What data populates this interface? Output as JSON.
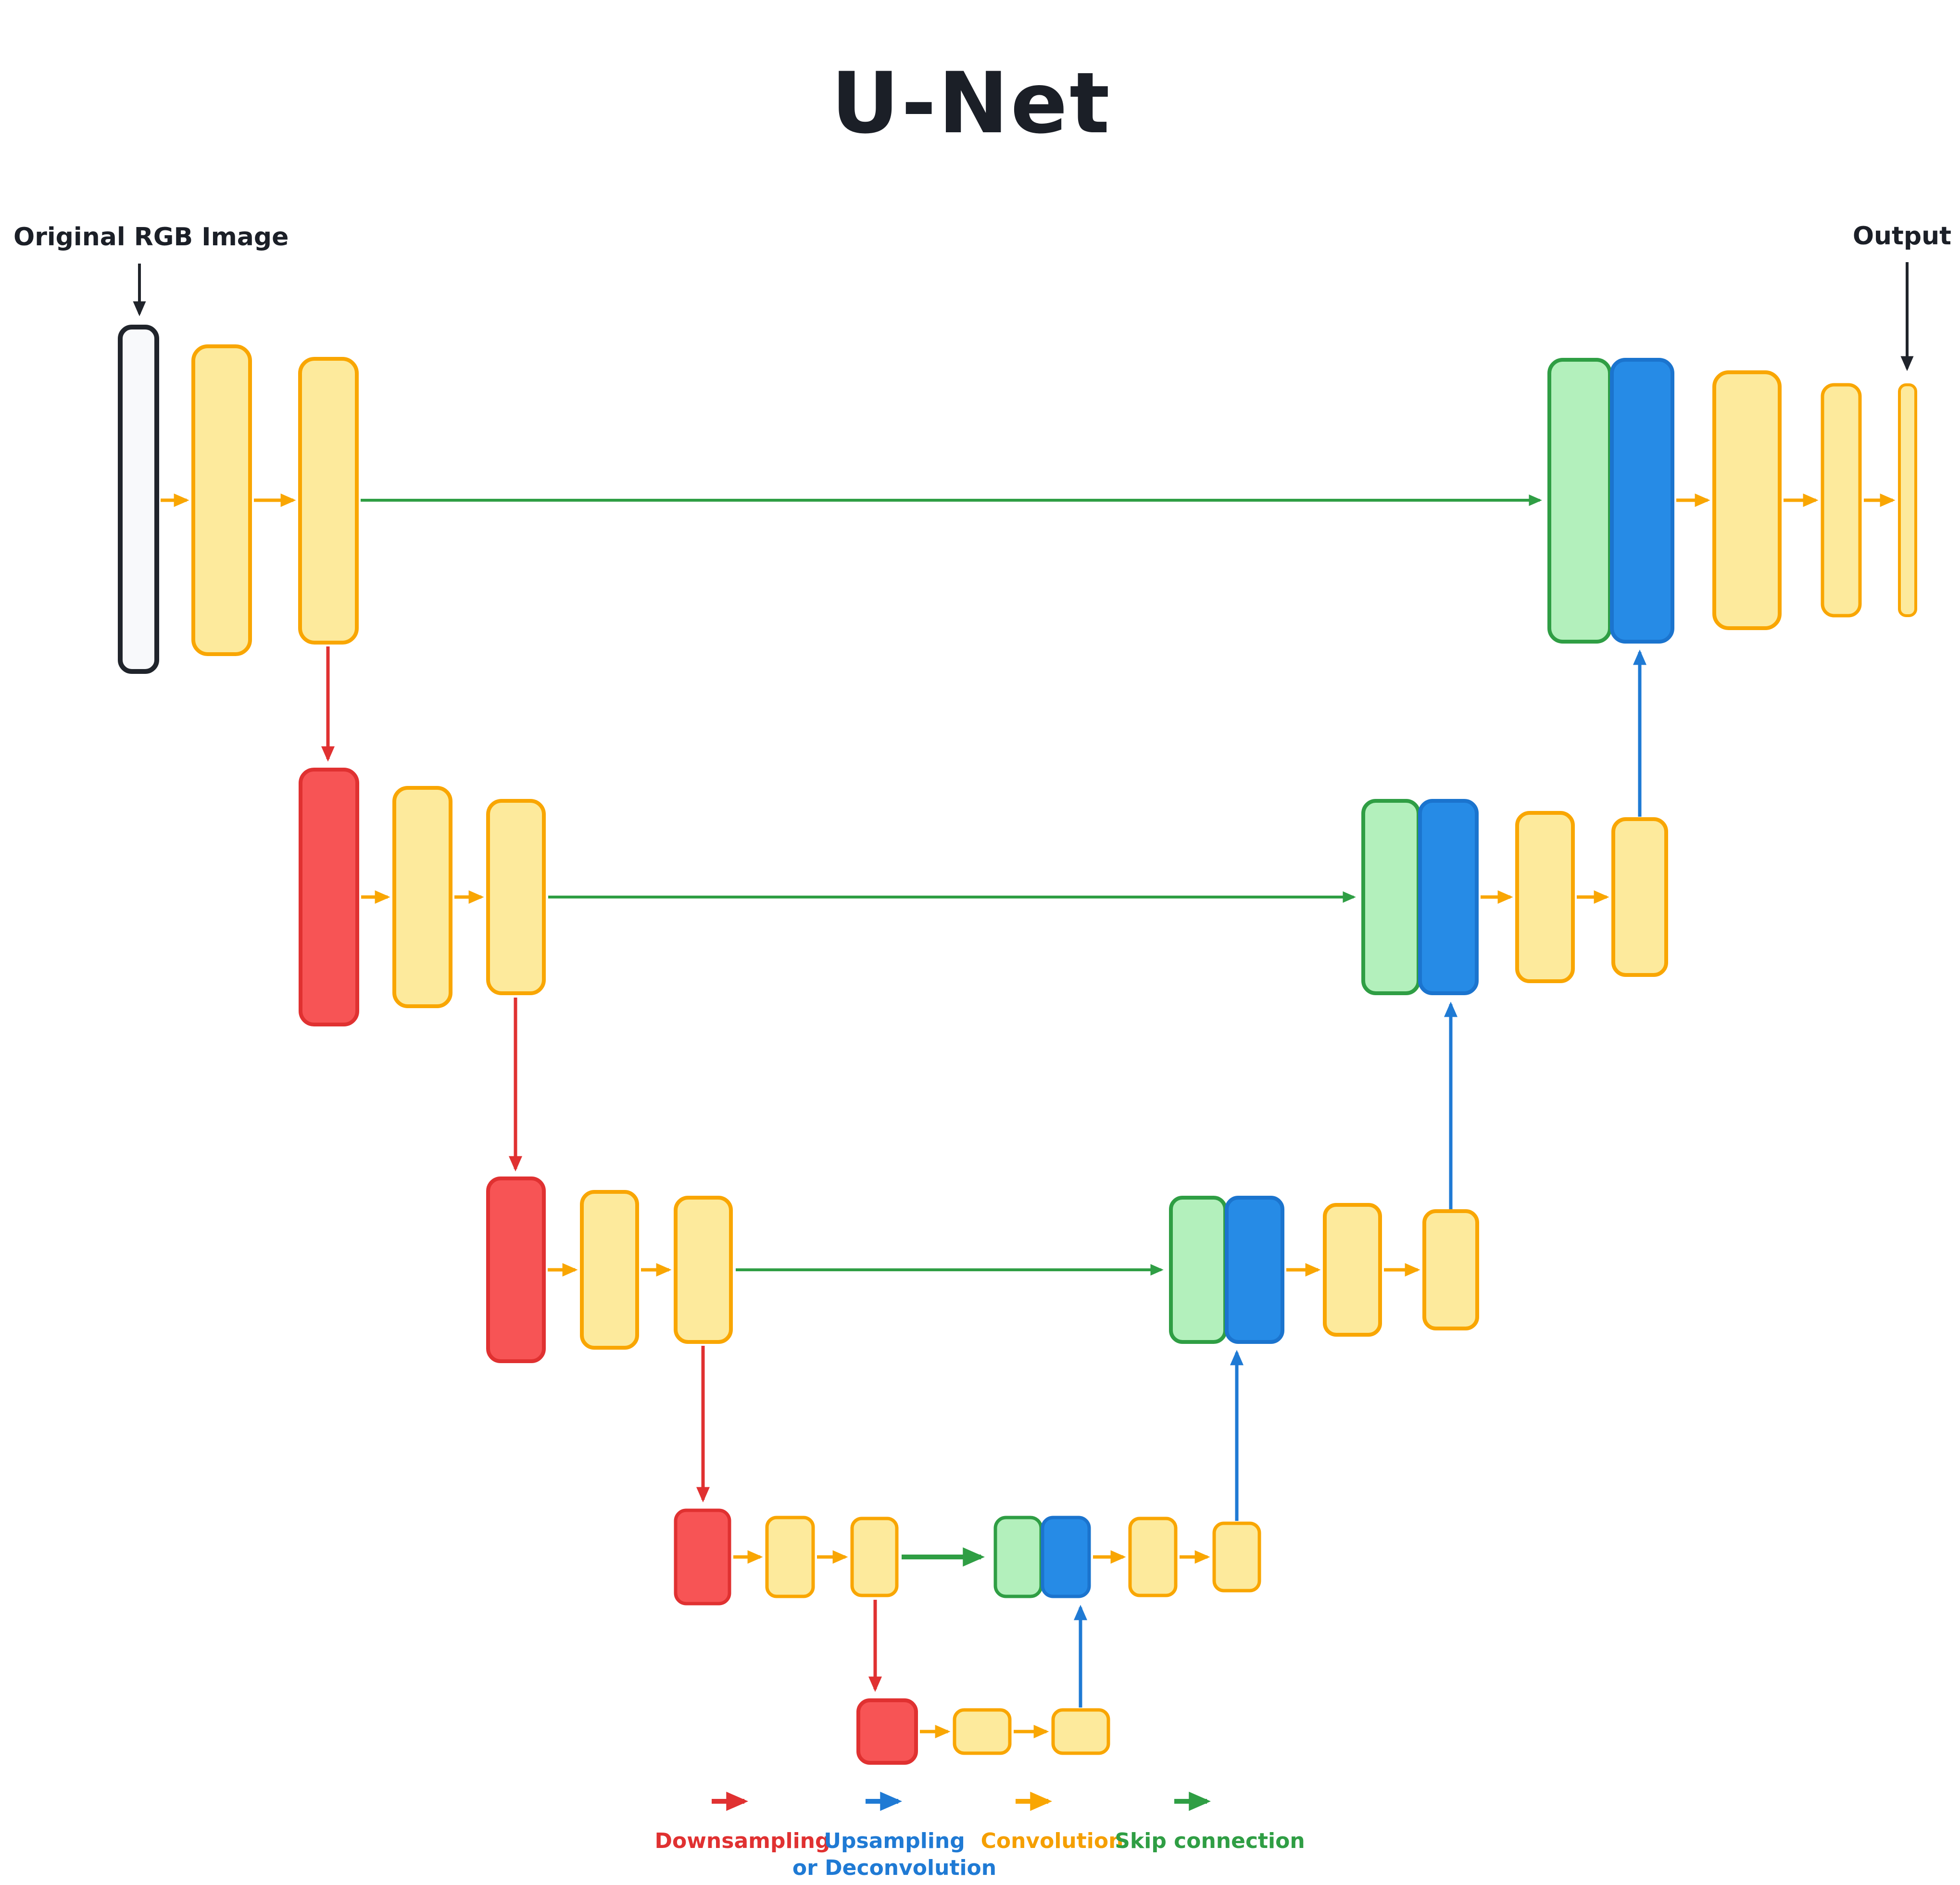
{
  "title": "U-Net",
  "labels": {
    "input": "Original RGB Image",
    "output": "Output"
  },
  "legend": {
    "items": [
      {
        "name": "downsampling",
        "label": "Downsampling",
        "color": "#e03131"
      },
      {
        "name": "upsampling",
        "label": "Upsampling",
        "label2": "or Deconvolution",
        "color": "#1f7ad4"
      },
      {
        "name": "convolution",
        "label": "Convolution",
        "color": "#f59f00"
      },
      {
        "name": "skip-connection",
        "label": "Skip connection",
        "color": "#2f9e44"
      }
    ]
  },
  "colors": {
    "conv_block_fill": "#fdea9c",
    "conv_block_border": "#f9a602",
    "downsample_block_fill": "#f75455",
    "downsample_block_border": "#e03131",
    "skip_concat_block_fill": "#b3f0bc",
    "skip_concat_block_border": "#2f9e44",
    "upsample_block_fill": "#268be6",
    "upsample_block_border": "#1b74ce",
    "input_block_fill": "#f8f9fb",
    "input_block_border": "#20242b",
    "downsampling_arrow": "#e03131",
    "upsampling_arrow": "#1f7ad4",
    "convolution_arrow": "#f9a602",
    "skip_connection_arrow": "#2f9e44"
  },
  "architecture": {
    "type": "U-Net encoder-decoder",
    "levels": [
      {
        "level": 1,
        "encoder": [
          "input-image",
          "conv",
          "conv"
        ],
        "decoder": [
          "skip-concat",
          "upsample",
          "conv",
          "conv",
          "output"
        ]
      },
      {
        "level": 2,
        "encoder": [
          "downsample",
          "conv",
          "conv"
        ],
        "decoder": [
          "skip-concat",
          "upsample",
          "conv",
          "conv"
        ]
      },
      {
        "level": 3,
        "encoder": [
          "downsample",
          "conv",
          "conv"
        ],
        "decoder": [
          "skip-concat",
          "upsample",
          "conv",
          "conv"
        ]
      },
      {
        "level": 4,
        "encoder": [
          "downsample",
          "conv",
          "conv"
        ],
        "decoder": [
          "skip-concat",
          "upsample",
          "conv",
          "conv"
        ]
      },
      {
        "level": 5,
        "encoder": [
          "downsample",
          "conv",
          "conv"
        ],
        "decoder": []
      }
    ]
  }
}
